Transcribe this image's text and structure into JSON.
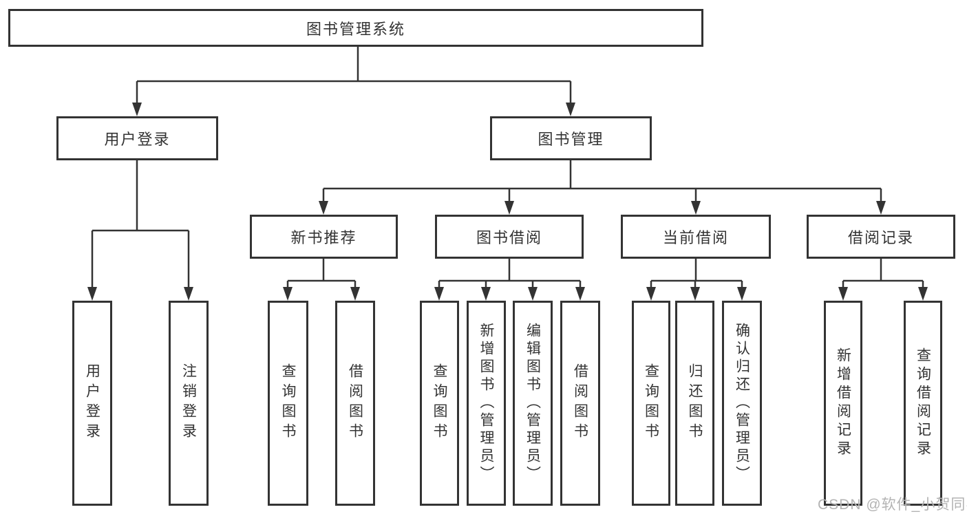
{
  "diagram": {
    "root": {
      "label": "图书管理系统"
    },
    "level2": [
      {
        "label": "用户登录"
      },
      {
        "label": "图书管理"
      }
    ],
    "level3": [
      {
        "label": "新书推荐"
      },
      {
        "label": "图书借阅"
      },
      {
        "label": "当前借阅"
      },
      {
        "label": "借阅记录"
      }
    ],
    "leaves": {
      "user_login": [
        "用户登录",
        "注销登录"
      ],
      "new_book": [
        "查询图书",
        "借阅图书"
      ],
      "book_borrow": [
        "查询图书",
        "新增图书（管理员）",
        "编辑图书（管理员）",
        "借阅图书"
      ],
      "current_borrow": [
        "查询图书",
        "归还图书",
        "确认归还（管理员）"
      ],
      "borrow_record": [
        "新增借阅记录",
        "查询借阅记录"
      ]
    },
    "colors": {
      "line": "#333333",
      "text": "#333333",
      "watermark": "#b3b3b3",
      "background": "#ffffff"
    },
    "watermark": "CSDN @软件_小贺同学"
  }
}
